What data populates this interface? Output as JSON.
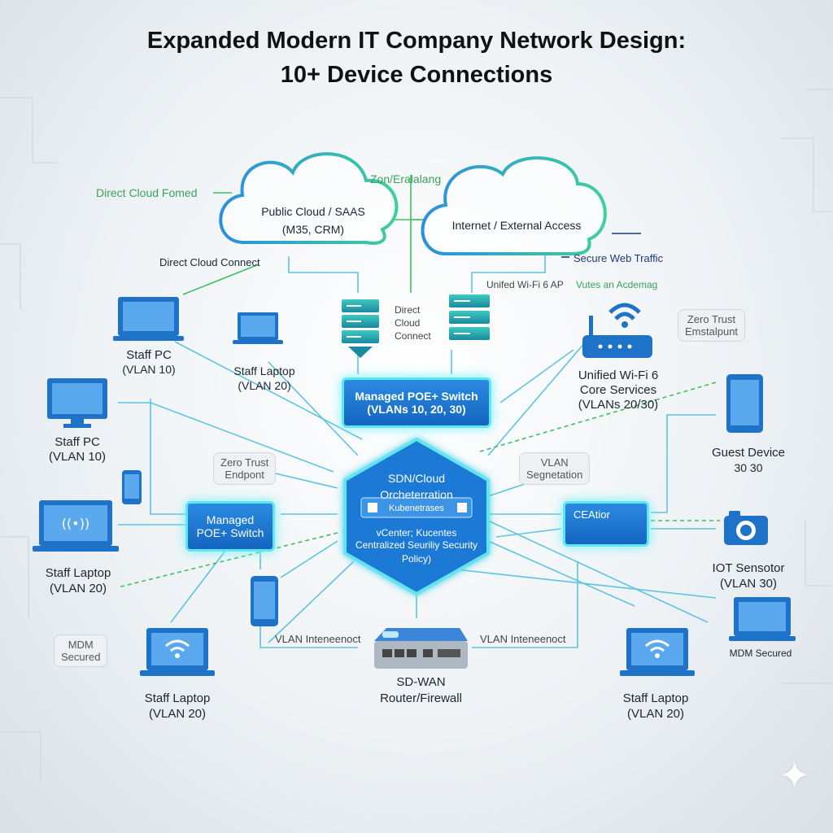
{
  "title": {
    "line1": "Expanded Modern IT Company Network Design:",
    "line2": "10+ Device Connections"
  },
  "clouds": {
    "public": {
      "line1": "Public Cloud / SAAS",
      "line2": "(M35, CRM)"
    },
    "internet": {
      "line1": "Internet / External Access"
    }
  },
  "edge_labels": {
    "direct_cloud_fomed": "Direct Cloud Fomed",
    "zon_eralalang": "Zon/Eralalang",
    "direct_cloud_connect": "Direct Cloud Connect",
    "secure_web_traffic": "Secure Web Traffic",
    "direct_cloud_connect_stack": {
      "line1": "Direct",
      "line2": "Cloud",
      "line3": "Connect"
    },
    "wifi_ap_line": "Unifed Wi-Fi 6 AP",
    "vutes_acdemag": "Vutes an Acdemag",
    "vlan_interconnect_left": "VLAN Inteneenoct",
    "vlan_interconnect_right": "VLAN Inteneenoct"
  },
  "bubbles": {
    "zero_trust_top": {
      "line1": "Zero Trust",
      "line2": "Emstalpunt"
    },
    "zero_trust_mid": {
      "line1": "Zero Trust",
      "line2": "Endpont"
    },
    "vlan_segmentation": {
      "line1": "VLAN",
      "line2": "Segnetation"
    },
    "mdm_left": {
      "line1": "MDM",
      "line2": "Secured"
    }
  },
  "switch_top": {
    "line1": "Managed POE+ Switch",
    "line2": "(VLANs 10, 20, 30)"
  },
  "switch_left": {
    "line1": "Managed",
    "line2": "POE+ Switch"
  },
  "hub": {
    "line1": "SDN/Cloud",
    "line2": "Orcheterration",
    "sub1": "Kubenetrases",
    "line3": "vCenter; Kucentes",
    "line4": "Centralized Seuriliy Security",
    "line5": "Policy)"
  },
  "right_box": {
    "label": "CEAtior"
  },
  "router": {
    "line1": "SD-WAN",
    "line2": "Router/Firewall"
  },
  "devices": {
    "staff_pc_top": {
      "name": "Staff PC",
      "vlan": "(VLAN 10)"
    },
    "staff_laptop_top": {
      "name": "Staff Laptop",
      "vlan": "(VLAN 20)"
    },
    "staff_pc_left": {
      "name": "Staff PC",
      "vlan": "(VLAN 10)"
    },
    "staff_laptop_left": {
      "name": "Staff Laptop",
      "vlan": "(VLAN 20)"
    },
    "staff_laptop_bottom_left": {
      "name": "Staff Laptop",
      "vlan": "(VLAN 20)"
    },
    "staff_laptop_bottom_right": {
      "name": "Staff Laptop",
      "vlan": "(VLAN 20)"
    },
    "wifi": {
      "line1": "Unified Wi-Fi 6",
      "line2": "Core Services",
      "line3": "(VLANs 20/30)"
    },
    "guest": {
      "name": "Guest Device",
      "vlan": "30 30"
    },
    "iot": {
      "name": "IOT Sensotor",
      "vlan": "(VLAN 30)"
    },
    "mdm_right": {
      "label": "MDM Secured"
    }
  },
  "colors": {
    "device_blue": "#1e73c8",
    "link_cyan": "#5cc4e0",
    "link_green": "#3fbf5f",
    "glow": "#5fe6f0",
    "text_green": "#3aa35a",
    "text_navy": "#1e3a78"
  },
  "icons": [
    "cloud-icon",
    "server-icon",
    "laptop-icon",
    "monitor-icon",
    "phone-icon",
    "tablet-icon",
    "camera-icon",
    "wifi-router-icon",
    "sdwan-router-icon",
    "sparkle-icon"
  ]
}
